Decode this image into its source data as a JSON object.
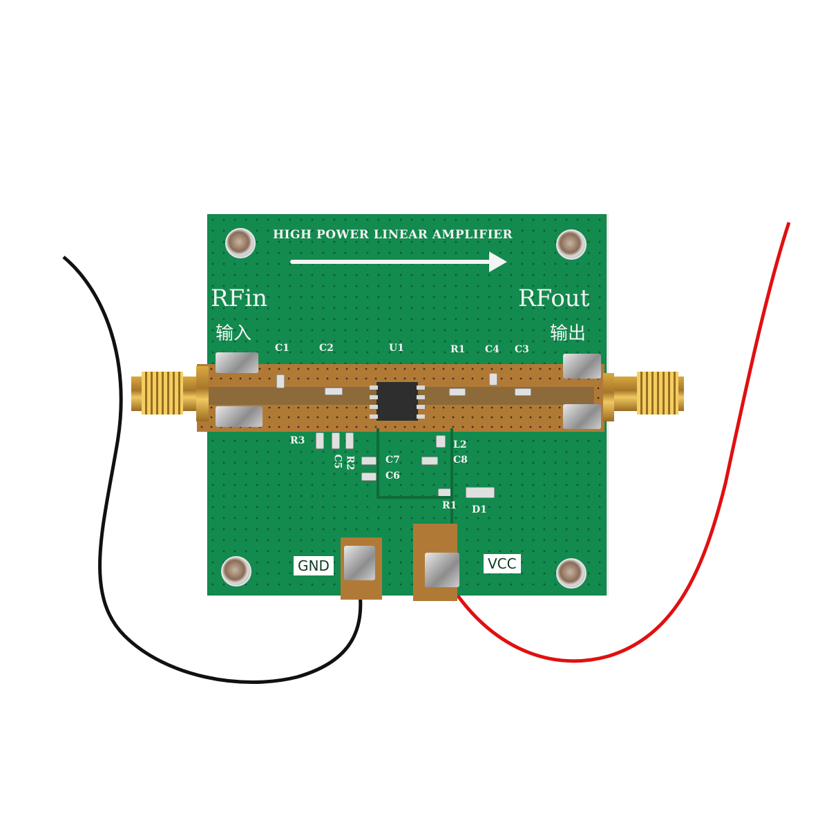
{
  "image": {
    "subject": "RF amplifier PCB module with SMA connectors and power leads",
    "background_color": "#ffffff"
  },
  "board": {
    "color": "#138a4e",
    "title": "HIGH POWER LINEAR AMPLIFIER",
    "direction_arrow": "arrow-right",
    "input_label": "RFin",
    "input_label_cn": "输入",
    "output_label": "RFout",
    "output_label_cn": "输出",
    "ground_label": "GND",
    "power_label": "VCC",
    "component_refs": {
      "c1": "C1",
      "c2": "C2",
      "u1": "U1",
      "r1_top": "R1",
      "c4": "C4",
      "c3": "C3",
      "r3": "R3",
      "r2": "R2",
      "c5": "C5",
      "c7": "C7",
      "c6": "C6",
      "l2": "L2",
      "c8": "C8",
      "r1_bottom": "R1",
      "d1": "D1"
    }
  },
  "wires": {
    "ground_wire_color": "#111111",
    "power_wire_color": "#e01010"
  }
}
